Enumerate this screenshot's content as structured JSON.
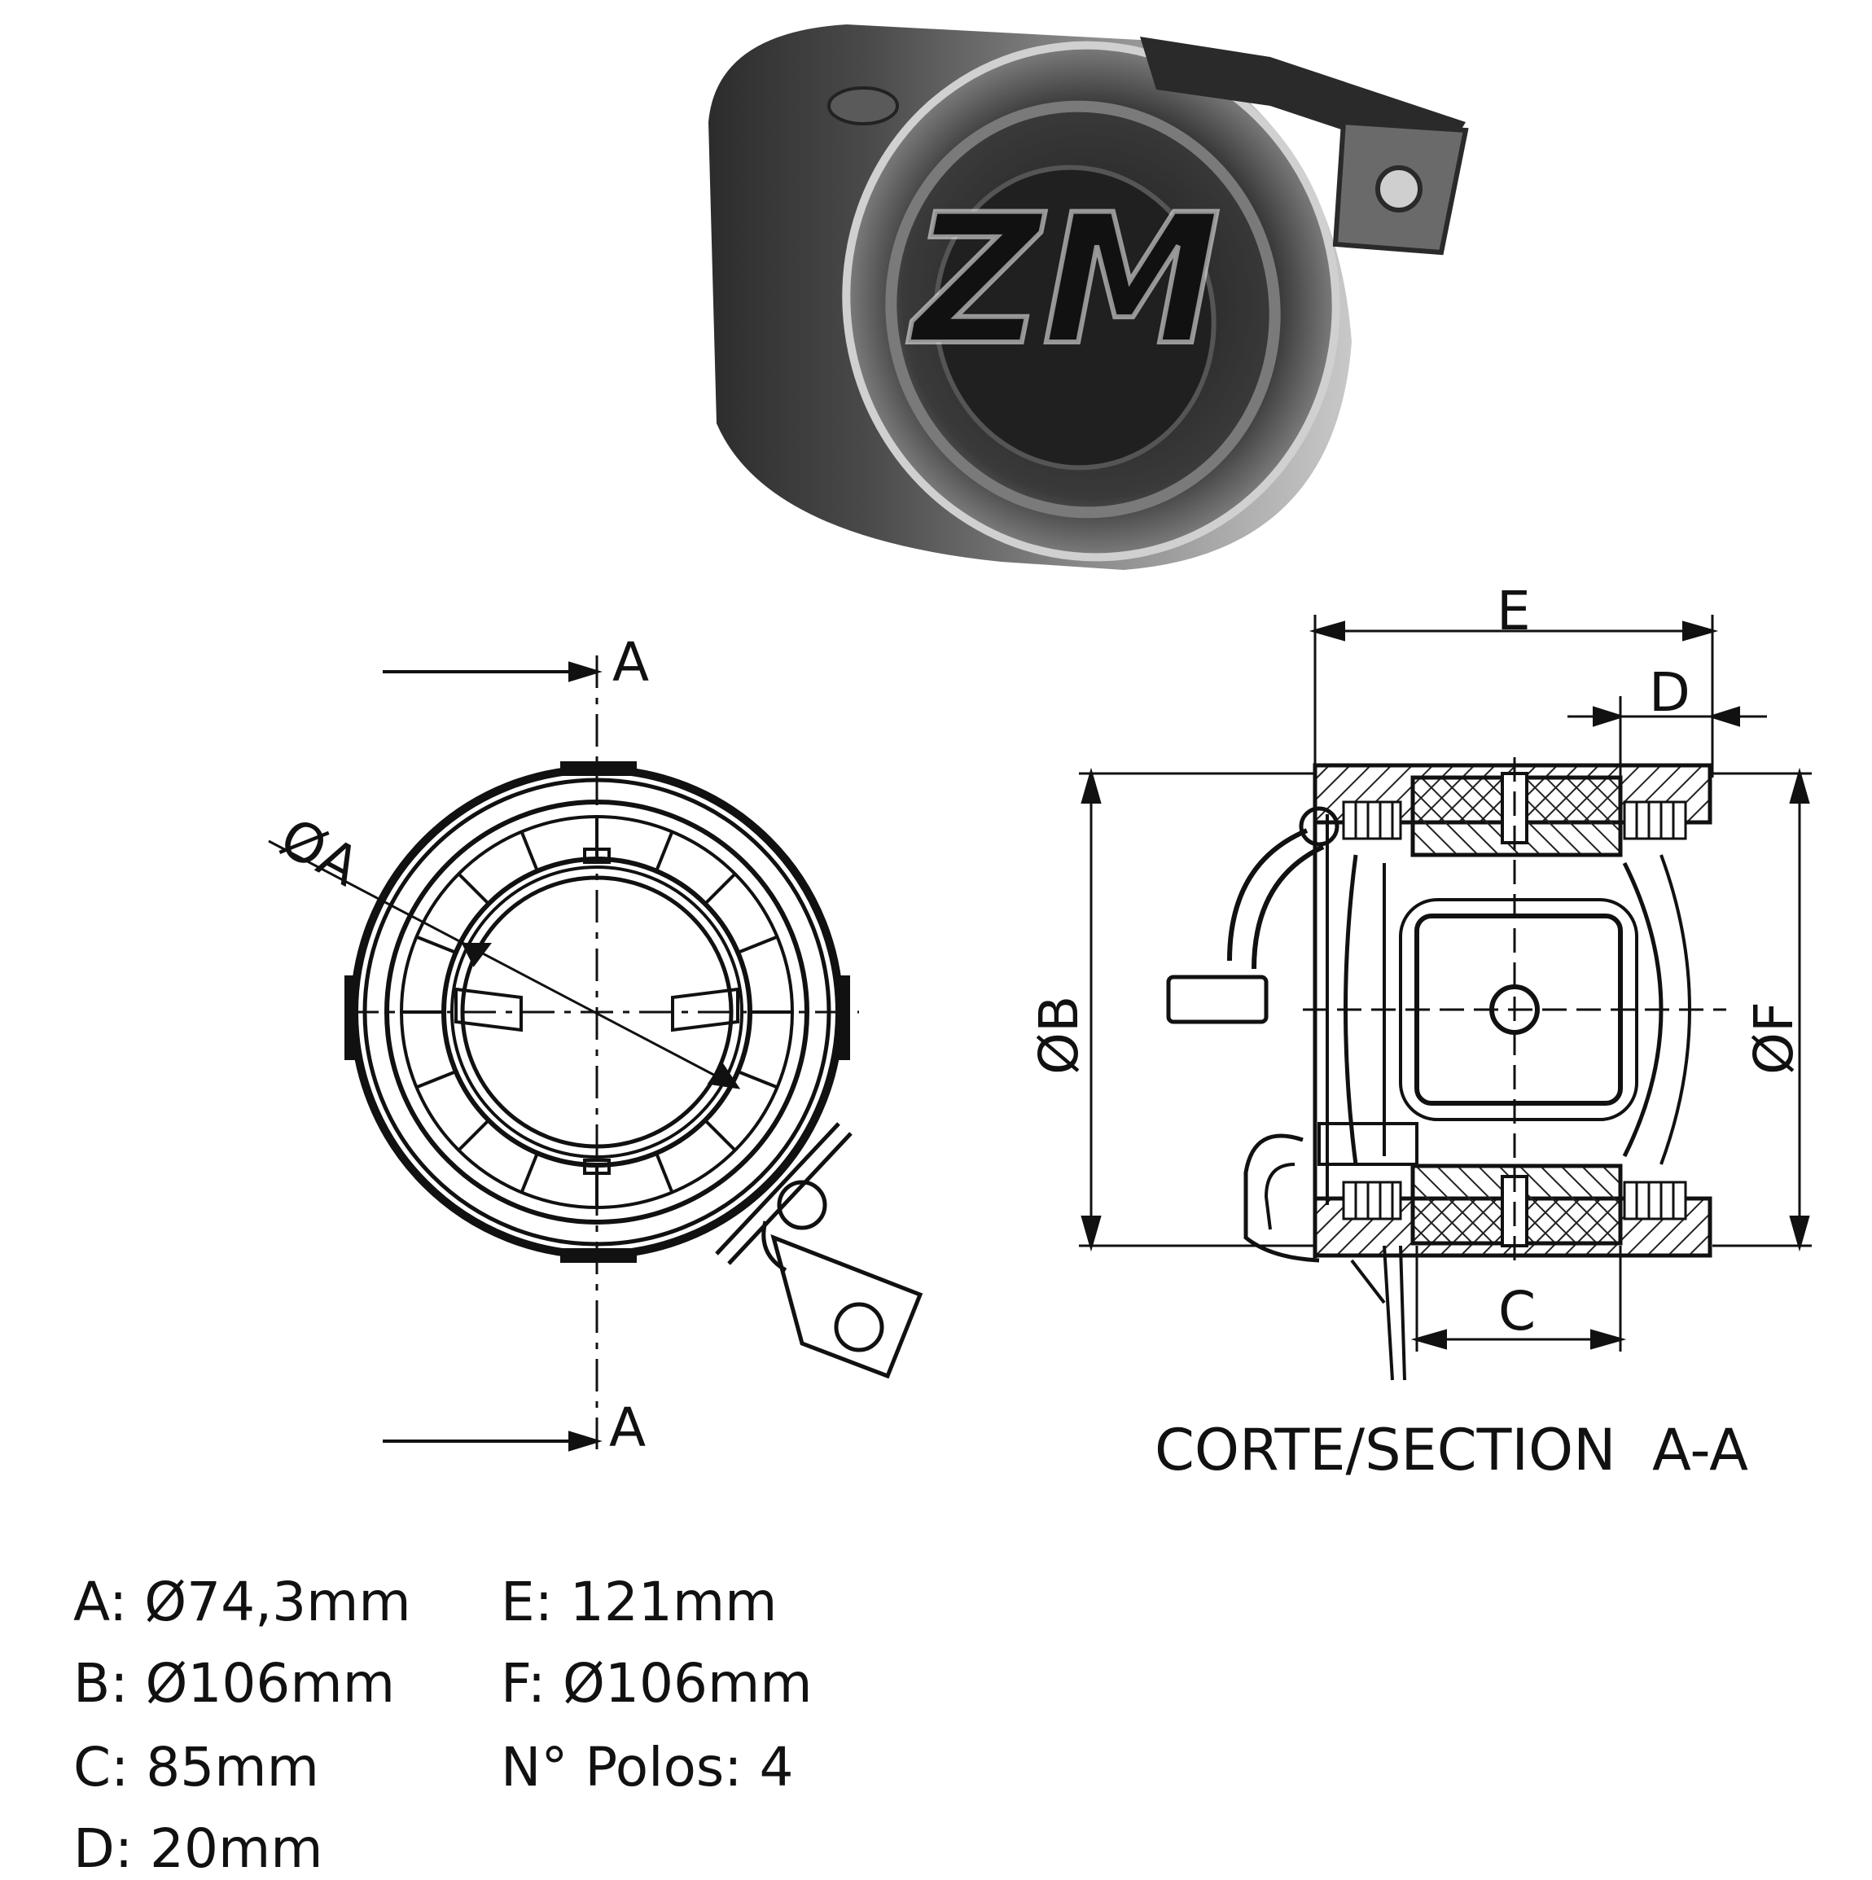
{
  "logo_text": "ZM",
  "section_labels": {
    "top": "A",
    "bottom": "A",
    "diameter_a": "ØA"
  },
  "dimension_labels": {
    "e": "E",
    "d": "D",
    "c": "C",
    "b": "ØB",
    "f": "ØF"
  },
  "section_caption": "CORTE/SECTION  A-A",
  "specs": {
    "left": [
      "A: Ø74,3mm",
      "B: Ø106mm",
      "C: 85mm",
      "D: 20mm"
    ],
    "right": [
      "E: 121mm",
      "F: Ø106mm",
      "N° Polos: 4"
    ]
  },
  "colors": {
    "line": "#111111",
    "photo_dark": "#3a3a3a",
    "photo_light": "#bdbdbd",
    "hatch": "#222222"
  }
}
